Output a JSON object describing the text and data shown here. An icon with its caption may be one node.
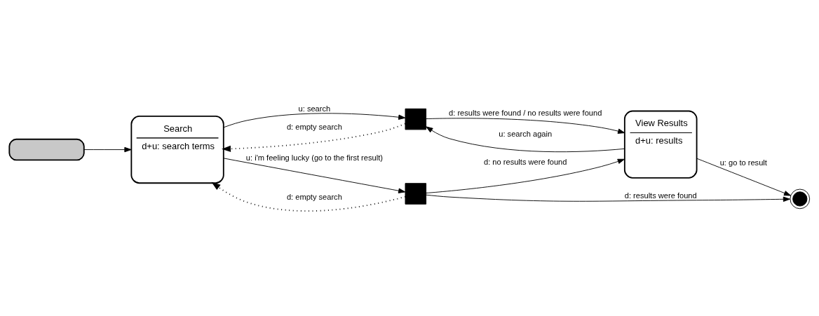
{
  "diagram": {
    "nodes": [
      {
        "text": [],
        "shape": "box"
      },
      {
        "text": [
          "Search",
          "d+u: search terms"
        ]
      },
      {
        "text": [],
        "shape": "box"
      },
      {
        "text": [
          "View Results",
          "d+u: results"
        ]
      },
      {
        "text": [],
        "shape": "circle"
      },
      {
        "text": [],
        "shape": "box"
      }
    ],
    "edges": [
      {
        "from": 0,
        "to": 1,
        "arrow": "to"
      },
      {
        "from": 1,
        "to": 2,
        "arrow": "to",
        "label": "u: search"
      },
      {
        "from": 2,
        "to": 3,
        "arrow": "to",
        "label": "d: results were found / no results were found"
      },
      {
        "from": 3,
        "to": 2,
        "arrow": "to",
        "label": "u: search again"
      },
      {
        "from": 2,
        "to": 1,
        "arrow": "to",
        "label": "d: empty search",
        "style": "dashed"
      },
      {
        "from": 1,
        "to": 5,
        "arrow": "to",
        "label": "u: i'm feeling lucky (go to the first result)"
      },
      {
        "from": 5,
        "to": 1,
        "arrow": "to",
        "label": "d: empty search",
        "style": "dashed"
      },
      {
        "from": 5,
        "to": 3,
        "arrow": "to",
        "label": "d: no results were found"
      },
      {
        "from": 5,
        "to": 4,
        "arrow": "to",
        "label": "d: results were found"
      },
      {
        "from": 3,
        "to": 4,
        "arrow": "to",
        "label": "u: go to result"
      }
    ]
  }
}
